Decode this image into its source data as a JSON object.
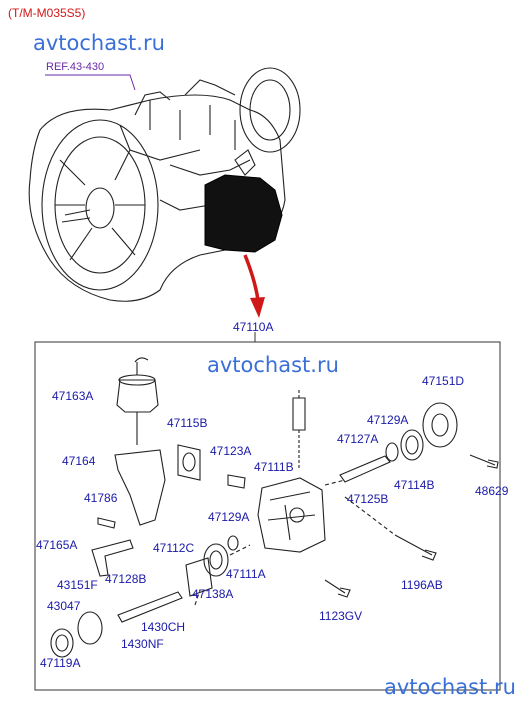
{
  "header": {
    "model_code": "(T/M-M035S5)",
    "reference": "REF.43-430"
  },
  "watermarks": [
    "avtochast.ru",
    "avtochast.ru",
    "avtochast.ru"
  ],
  "assembly_label": "47110A",
  "parts": [
    "47163A",
    "47151D",
    "47115B",
    "47129A",
    "47127A",
    "47123A",
    "47111B",
    "47164",
    "47125B",
    "47114B",
    "48629",
    "41786",
    "47129A",
    "47165A",
    "47112C",
    "47111A",
    "43151F",
    "47128B",
    "47138A",
    "1196AB",
    "43047",
    "1430CH",
    "1123GV",
    "1430NF",
    "47119A"
  ],
  "colors": {
    "label": "#1a1aa8",
    "watermark": "#3a6fd8",
    "arrow": "#d01818",
    "reference": "#6a2aa8"
  }
}
